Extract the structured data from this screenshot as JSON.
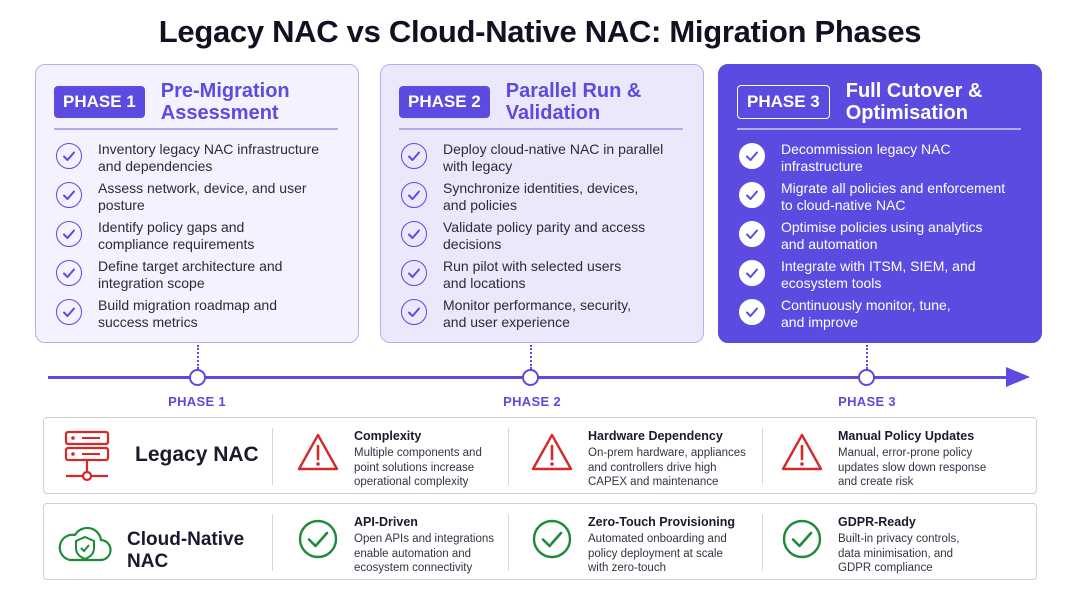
{
  "title": "Legacy NAC vs Cloud-Native NAC: Migration Phases",
  "colors": {
    "accent": "#5b4be0",
    "warning": "#d42a2a",
    "success": "#1f8a3a"
  },
  "phases": [
    {
      "badge": "PHASE 1",
      "title_line1": "Pre-Migration",
      "title_line2": "Assessment",
      "items": [
        {
          "l1": "Inventory legacy NAC infrastructure",
          "l2": "and dependencies"
        },
        {
          "l1": "Assess network, device, and user",
          "l2": "posture"
        },
        {
          "l1": "Identify policy gaps and",
          "l2": "compliance requirements"
        },
        {
          "l1": "Define target architecture and",
          "l2": "integration scope"
        },
        {
          "l1": "Build migration roadmap and",
          "l2": "success metrics"
        }
      ]
    },
    {
      "badge": "PHASE 2",
      "title_line1": "Parallel Run &",
      "title_line2": "Validation",
      "items": [
        {
          "l1": "Deploy cloud-native NAC in parallel",
          "l2": "with legacy"
        },
        {
          "l1": "Synchronize identities, devices,",
          "l2": "and policies"
        },
        {
          "l1": "Validate policy parity and access",
          "l2": "decisions"
        },
        {
          "l1": "Run pilot with selected users",
          "l2": "and locations"
        },
        {
          "l1": "Monitor performance, security,",
          "l2": "and user experience"
        }
      ]
    },
    {
      "badge": "PHASE 3",
      "title_line1": "Full Cutover &",
      "title_line2": "Optimisation",
      "items": [
        {
          "l1": "Decommission legacy NAC",
          "l2": "infrastructure"
        },
        {
          "l1": "Migrate all policies and enforcement",
          "l2": "to cloud-native NAC"
        },
        {
          "l1": "Optimise policies using analytics",
          "l2": "and automation"
        },
        {
          "l1": "Integrate with ITSM, SIEM, and",
          "l2": "ecosystem tools"
        },
        {
          "l1": "Continuously monitor, tune,",
          "l2": "and improve"
        }
      ]
    }
  ],
  "timeline": {
    "labels": [
      "PHASE 1",
      "PHASE 2",
      "PHASE 3"
    ]
  },
  "legacy": {
    "label": "Legacy NAC",
    "icon": "server-rack-icon",
    "cells": [
      {
        "icon": "warning-triangle-icon",
        "title": "Complexity",
        "d1": "Multiple components and",
        "d2": "point solutions increase",
        "d3": "operational complexity"
      },
      {
        "icon": "warning-triangle-icon",
        "title": "Hardware Dependency",
        "d1": "On-prem hardware, appliances",
        "d2": "and controllers drive high",
        "d3": "CAPEX and maintenance"
      },
      {
        "icon": "warning-triangle-icon",
        "title": "Manual Policy Updates",
        "d1": "Manual, error-prone policy",
        "d2": "updates slow down response",
        "d3": "and create risk"
      }
    ]
  },
  "cloud": {
    "label": "Cloud-Native NAC",
    "icon": "cloud-shield-icon",
    "cells": [
      {
        "icon": "check-circle-icon",
        "title": "API-Driven",
        "d1": "Open APIs and integrations",
        "d2": "enable automation and",
        "d3": "ecosystem connectivity"
      },
      {
        "icon": "check-circle-icon",
        "title": "Zero-Touch Provisioning",
        "d1": "Automated onboarding and",
        "d2": "policy deployment at scale",
        "d3": "with zero-touch"
      },
      {
        "icon": "check-circle-icon",
        "title": "GDPR-Ready",
        "d1": "Built-in privacy controls,",
        "d2": "data minimisation, and",
        "d3": "GDPR compliance"
      }
    ]
  }
}
